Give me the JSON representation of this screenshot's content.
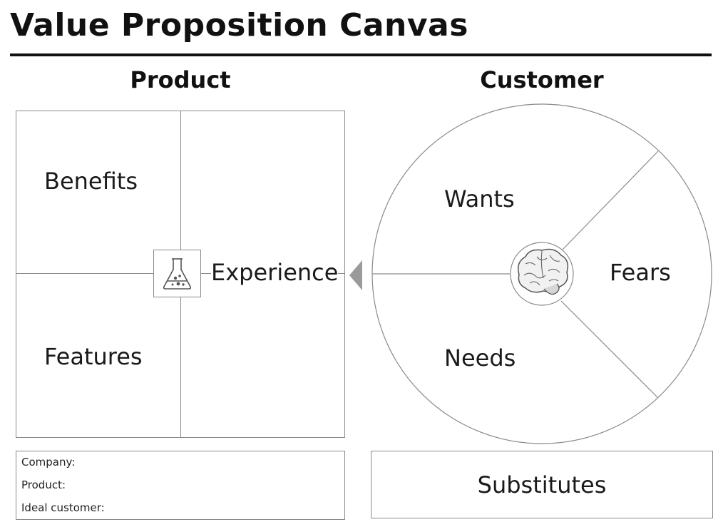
{
  "title": "Value Proposition Canvas",
  "product": {
    "heading": "Product",
    "benefits": "Benefits",
    "features": "Features",
    "experience": "Experience",
    "icon": "flask-icon"
  },
  "customer": {
    "heading": "Customer",
    "wants": "Wants",
    "needs": "Needs",
    "fears": "Fears",
    "icon": "brain-icon"
  },
  "info": {
    "company": "Company:",
    "product": "Product:",
    "ideal_customer": "Ideal customer:"
  },
  "substitutes": "Substitutes",
  "colors": {
    "line": "#8a8a8a",
    "text": "#1a1a1a",
    "arrow": "#9a9a9a"
  }
}
